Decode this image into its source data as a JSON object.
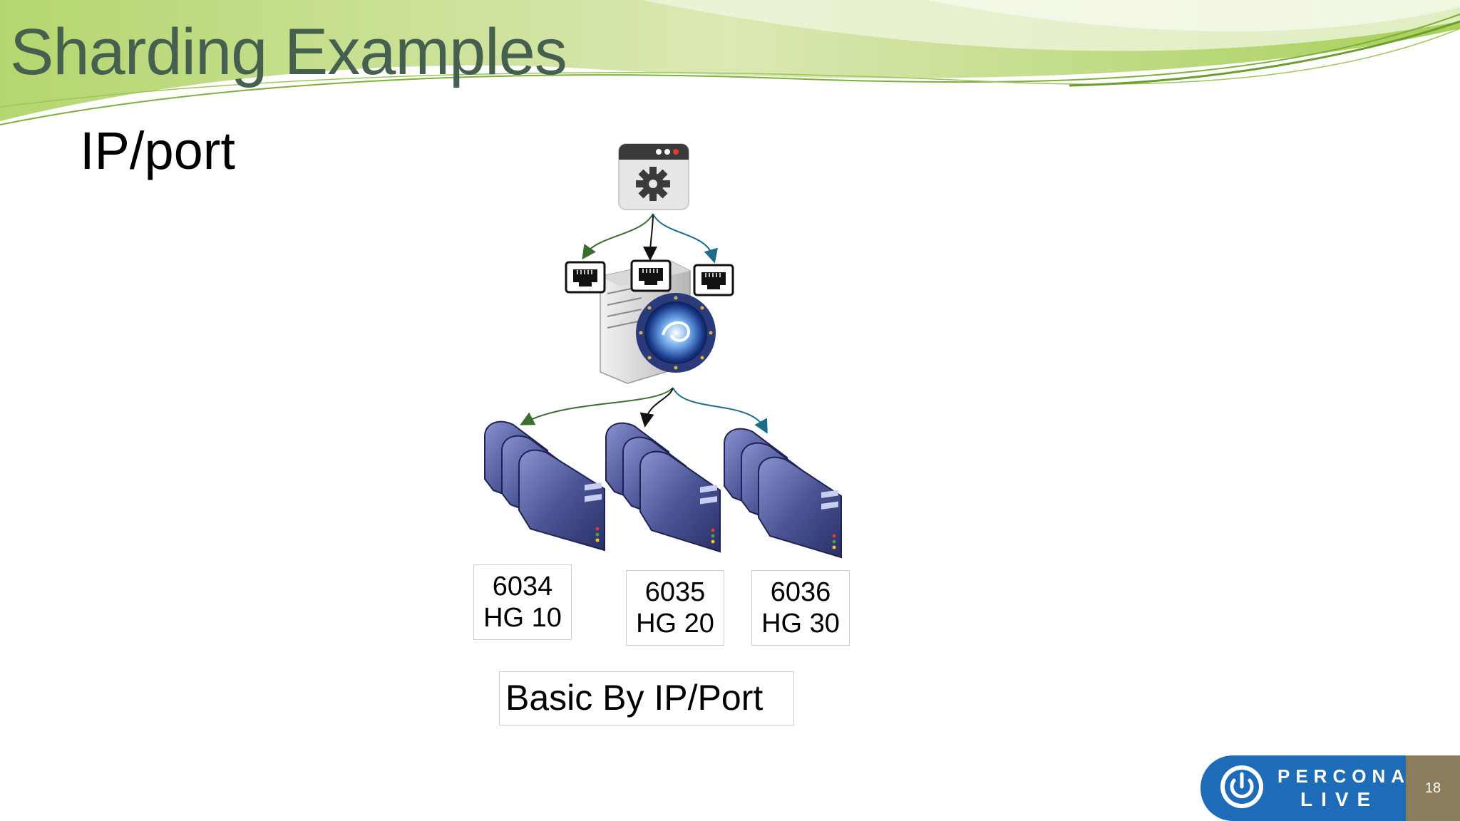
{
  "slide": {
    "title": "Sharding Examples",
    "subtitle": "IP/port",
    "caption": "Basic By IP/Port",
    "page_number": "18"
  },
  "server_groups": [
    {
      "port": "6034",
      "hostgroup": "HG 10"
    },
    {
      "port": "6035",
      "hostgroup": "HG 20"
    },
    {
      "port": "6036",
      "hostgroup": "HG 30"
    }
  ],
  "logo": {
    "line1": "PERCONA",
    "line2": "LIVE"
  },
  "colors": {
    "title": "#46604f",
    "accent_green": "#8dc63f",
    "logo_blue": "#1e6bb8",
    "page_tab": "#8b7d5c",
    "server_blue": "#4b5596"
  },
  "icons": [
    "gear-window-icon",
    "ethernet-port-icon",
    "proxy-server-icon",
    "database-server-icon",
    "power-icon"
  ]
}
